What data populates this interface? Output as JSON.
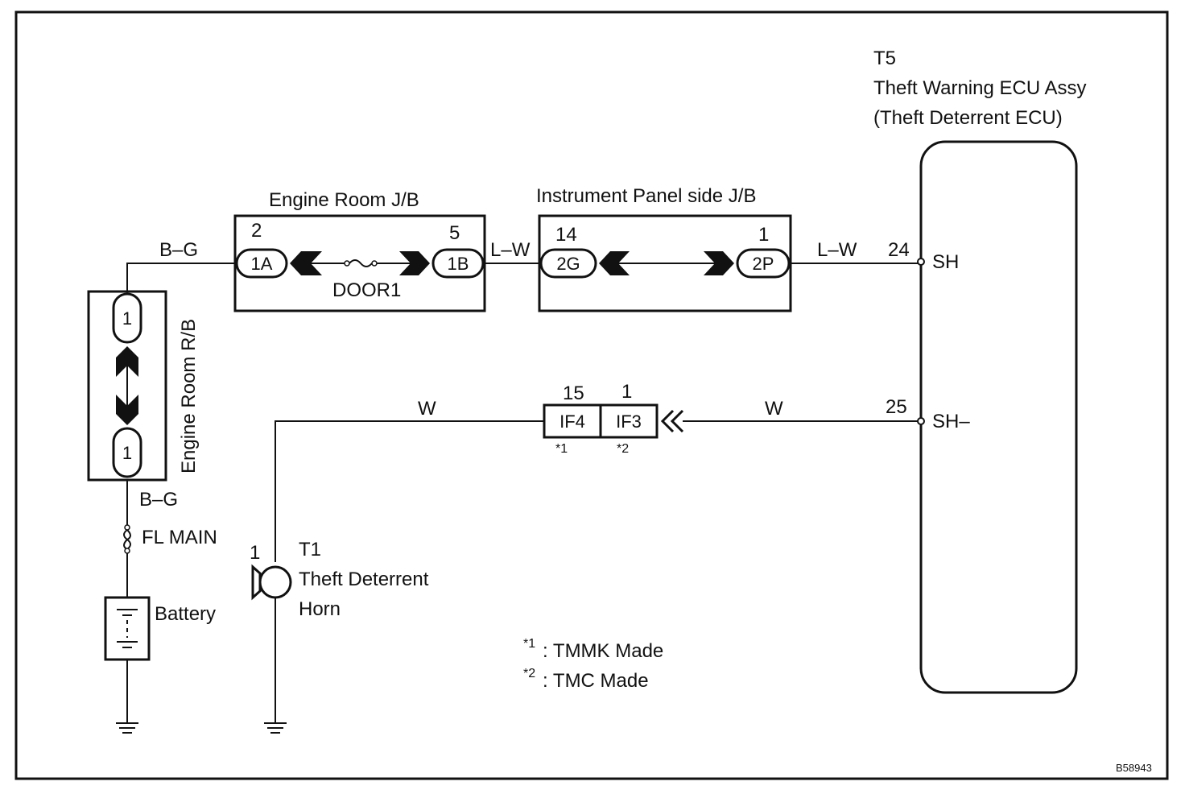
{
  "ecu": {
    "id": "T5",
    "name": "Theft Warning ECU Assy",
    "alt_name": "(Theft Deterrent ECU)",
    "pin_sh_number": "24",
    "pin_sh_name": "SH",
    "pin_shm_number": "25",
    "pin_shm_name": "SH–"
  },
  "engine_room_jb": {
    "title": "Engine Room J/B",
    "left_pin": "2",
    "right_pin": "5",
    "left_connector": "1A",
    "right_connector": "1B",
    "fuse": "DOOR1"
  },
  "instrument_panel_jb": {
    "title": "Instrument Panel side J/B",
    "left_pin": "14",
    "right_pin": "1",
    "left_connector": "2G",
    "right_connector": "2P"
  },
  "engine_room_rb": {
    "title": "Engine Room R/B",
    "top_connector": "1",
    "bottom_connector": "1"
  },
  "wires": {
    "bg_top": "B–G",
    "bg_bottom": "B–G",
    "lw_1": "L–W",
    "lw_2": "L–W",
    "w_left": "W",
    "w_right": "W"
  },
  "fuse_main": "FL MAIN",
  "battery": "Battery",
  "junction": {
    "if4_label": "IF4",
    "if3_label": "IF3",
    "if4_pin": "15",
    "if3_pin": "1",
    "if4_note": "*1",
    "if3_note": "*2"
  },
  "horn": {
    "pin": "1",
    "id": "T1",
    "name_line1": "Theft Deterrent",
    "name_line2": "Horn"
  },
  "notes": {
    "n1_mark": "*1",
    "n1_text": ": TMMK Made",
    "n2_mark": "*2",
    "n2_text": ": TMC Made"
  },
  "code": "B58943",
  "colors": {
    "line": "#111111",
    "background": "#ffffff"
  }
}
